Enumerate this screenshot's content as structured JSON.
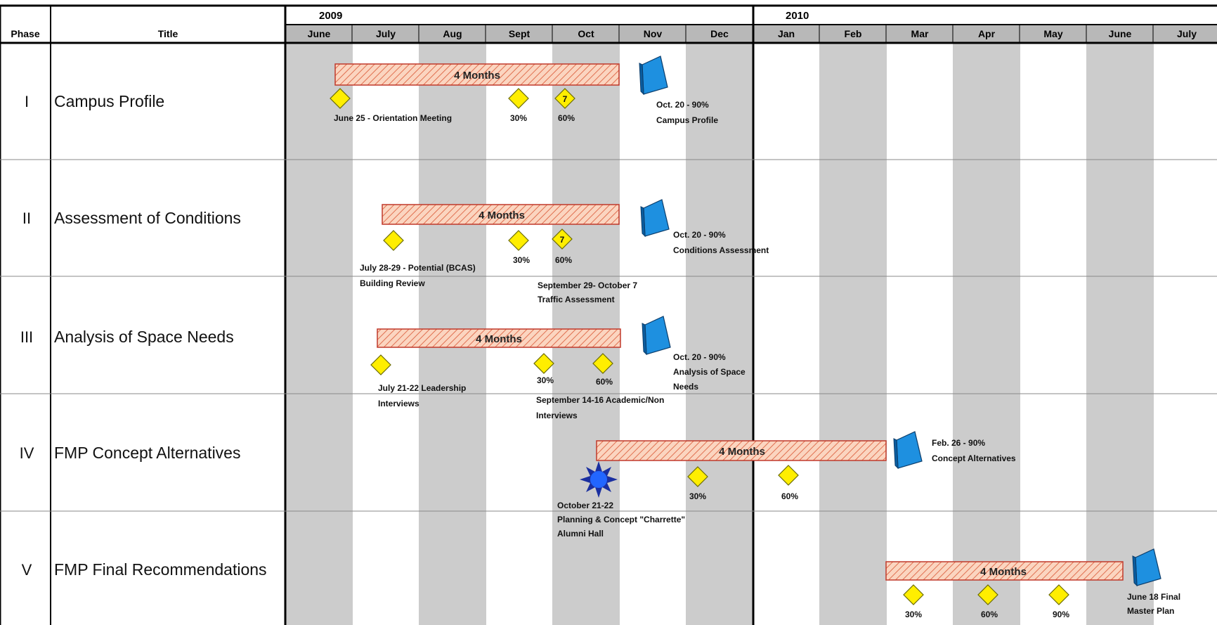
{
  "header": {
    "phase_label": "Phase",
    "title_label": "Title",
    "year_2009": "2009",
    "year_2010": "2010"
  },
  "months": [
    "June",
    "July",
    "Aug",
    "Sept",
    "Oct",
    "Nov",
    "Dec",
    "Jan",
    "Feb",
    "Mar",
    "Apr",
    "May",
    "June",
    "July"
  ],
  "colors": {
    "shade": "#cccccc",
    "bar_fill": "#fbd5c0",
    "bar_hatch": "#e07050",
    "bar_stroke": "#c0392b",
    "diamond": "#ffee00",
    "book": "#1e90e0",
    "burst": "#2255ee"
  },
  "phases": [
    {
      "numeral": "I",
      "title": "Campus Profile",
      "bar": {
        "label": "4 Months"
      },
      "milestones": [
        {
          "lines": [
            "June 25 - Orientation Meeting"
          ]
        },
        {
          "lines": [
            "30%"
          ]
        },
        {
          "lines": [
            "60%"
          ],
          "mark": "7"
        }
      ],
      "deliverable": {
        "lines": [
          "Oct. 20 - 90%",
          "Campus Profile"
        ]
      }
    },
    {
      "numeral": "II",
      "title": "Assessment of Conditions",
      "bar": {
        "label": "4 Months"
      },
      "milestones": [
        {
          "lines": [
            "July 28-29 - Potential (BCAS)",
            "Building Review"
          ]
        },
        {
          "lines": [
            "30%"
          ]
        },
        {
          "lines": [
            "60%"
          ],
          "mark": "7"
        }
      ],
      "extra_labels": [
        {
          "lines": [
            "September 29- October 7",
            "Traffic Assessment"
          ]
        }
      ],
      "deliverable": {
        "lines": [
          "Oct. 20 - 90%",
          "Conditions Assessment"
        ]
      }
    },
    {
      "numeral": "III",
      "title": "Analysis of Space Needs",
      "bar": {
        "label": "4 Months"
      },
      "milestones": [
        {
          "lines": [
            "July 21-22 Leadership",
            "Interviews"
          ]
        },
        {
          "lines": [
            "30%"
          ]
        },
        {
          "lines": [
            "60%"
          ]
        }
      ],
      "extra_labels": [
        {
          "lines": [
            "September 14-16 Academic/Non",
            "Interviews"
          ]
        }
      ],
      "deliverable": {
        "lines": [
          "Oct. 20 - 90%",
          "Analysis of Space",
          "Needs"
        ]
      }
    },
    {
      "numeral": "IV",
      "title": "FMP Concept Alternatives",
      "bar": {
        "label": "4 Months"
      },
      "milestones": [
        {
          "lines": [
            "30%"
          ]
        },
        {
          "lines": [
            "60%"
          ]
        }
      ],
      "event": {
        "lines": [
          "October 21-22",
          "Planning & Concept \"Charrette\"",
          "Alumni Hall"
        ]
      },
      "deliverable": {
        "lines": [
          "Feb. 26 - 90%",
          "Concept Alternatives"
        ]
      }
    },
    {
      "numeral": "V",
      "title": "FMP Final Recommendations",
      "bar": {
        "label": "4 Months"
      },
      "milestones": [
        {
          "lines": [
            "30%"
          ]
        },
        {
          "lines": [
            "60%"
          ]
        },
        {
          "lines": [
            "90%"
          ]
        }
      ],
      "deliverable": {
        "lines": [
          "June 18 Final",
          "Master Plan"
        ]
      }
    }
  ]
}
